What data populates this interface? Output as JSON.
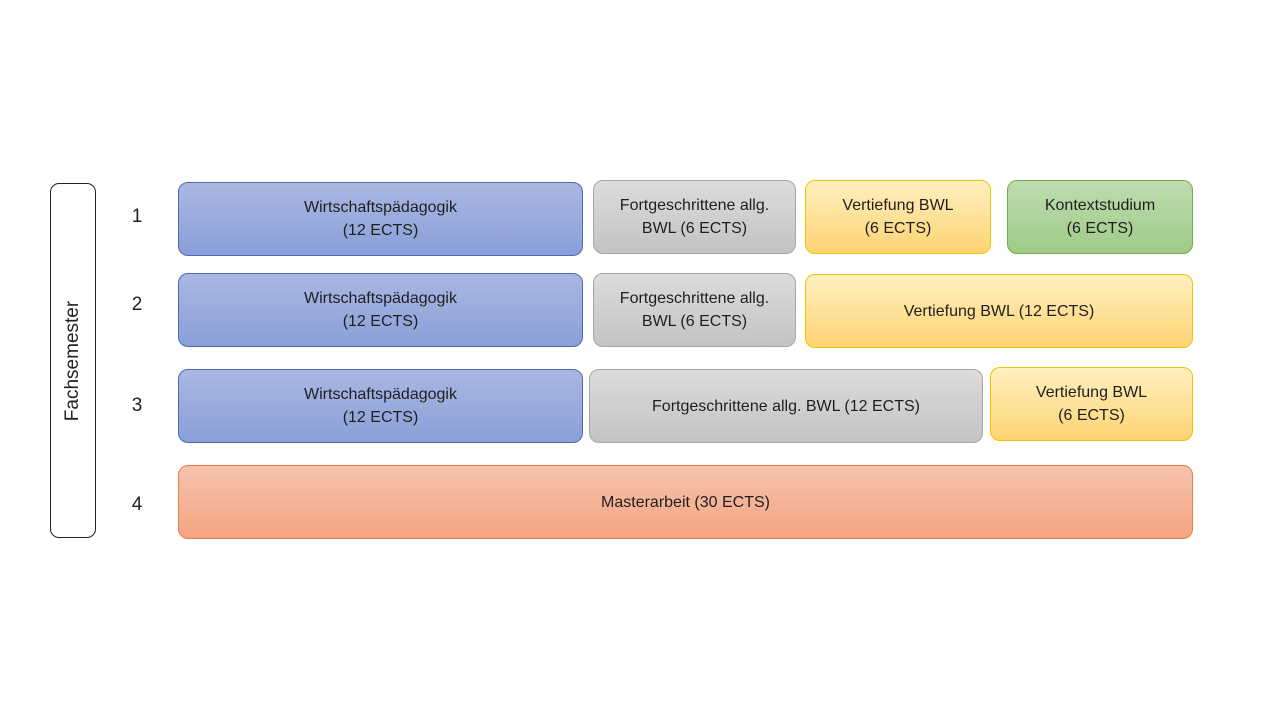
{
  "axis": {
    "label": "Fachsemester"
  },
  "rows": [
    {
      "number": "1"
    },
    {
      "number": "2"
    },
    {
      "number": "3"
    },
    {
      "number": "4"
    }
  ],
  "blocks": {
    "r1_wipaed": "Wirtschaftspädagogik\n(12 ECTS)",
    "r1_fort": "Fortgeschrittene allg.\nBWL (6 ECTS)",
    "r1_vert": "Vertiefung BWL\n(6 ECTS)",
    "r1_kontext": "Kontextstudium\n(6 ECTS)",
    "r2_wipaed": "Wirtschaftspädagogik\n(12 ECTS)",
    "r2_fort": "Fortgeschrittene allg.\nBWL (6 ECTS)",
    "r2_vert": "Vertiefung BWL (12 ECTS)",
    "r3_wipaed": "Wirtschaftspädagogik\n(12 ECTS)",
    "r3_fort": "Fortgeschrittene allg. BWL (12 ECTS)",
    "r3_vert": "Vertiefung BWL\n(6 ECTS)",
    "r4_master": "Masterarbeit (30 ECTS)"
  },
  "colors": {
    "wirtschaftspaedagogik": "#8fa3da",
    "fortgeschrittene_bwl": "#cccccc",
    "vertiefung_bwl": "#ffd966",
    "kontextstudium": "#a9d18e",
    "masterarbeit": "#f4b183"
  }
}
